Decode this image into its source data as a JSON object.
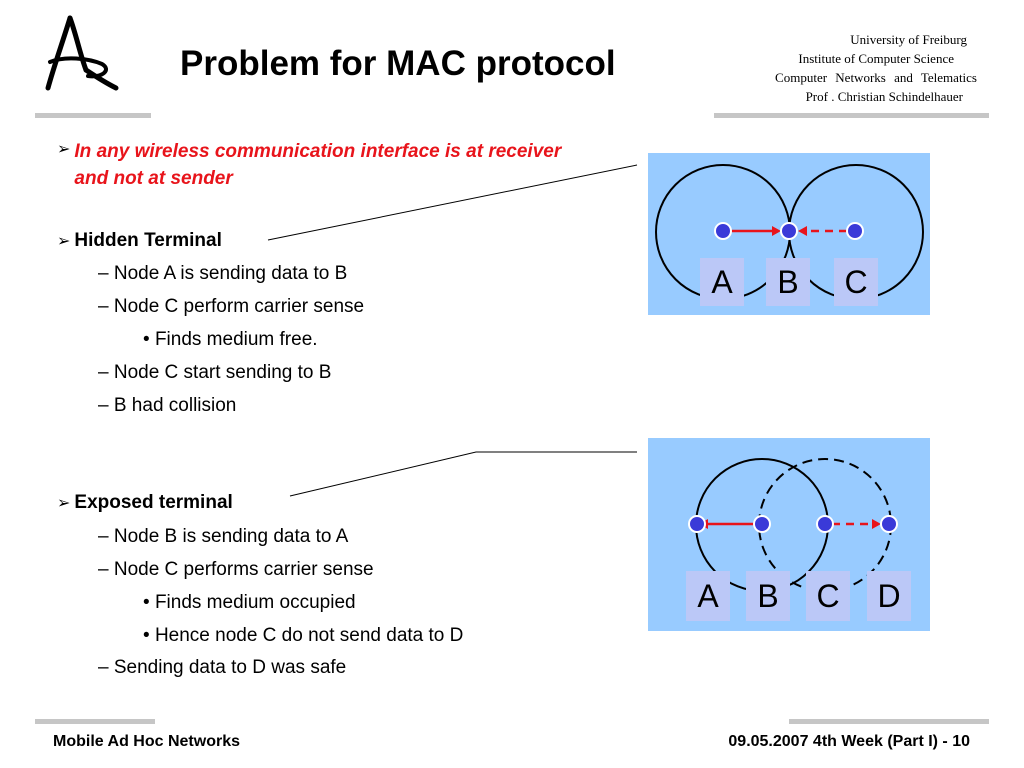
{
  "header": {
    "title": "Problem for MAC protocol",
    "university": [
      "University of Freiburg",
      "Institute of Computer Science",
      "Computer   Networks   and   Telematics",
      "Prof . Christian Schindelhauer"
    ]
  },
  "content": {
    "intro": "In any wireless communication interface is at receiver and not at sender",
    "hidden": {
      "heading": "Hidden Terminal",
      "items": [
        "Node A is sending data to B",
        "Node C perform carrier sense",
        "Finds medium free.",
        "Node C start sending to B",
        "B had collision"
      ]
    },
    "exposed": {
      "heading": "Exposed terminal",
      "items": [
        "Node B is sending data to A",
        "Node C performs carrier sense",
        "Finds medium occupied",
        "Hence node C do not send data to D",
        "Sending data to D was safe"
      ]
    }
  },
  "diagrams": {
    "hidden": {
      "labels": [
        "A",
        "B",
        "C"
      ]
    },
    "exposed": {
      "labels": [
        "A",
        "B",
        "C",
        "D"
      ]
    }
  },
  "footer": {
    "left": "Mobile Ad Hoc Networks",
    "right": "09.05.2007 4th Week (Part I) - 10"
  },
  "colors": {
    "panel": "#98cbff",
    "label_box": "#bbc8f7",
    "accent_red": "#e8141b",
    "node": "#3a3ad8",
    "bar": "#c6c6c6"
  }
}
